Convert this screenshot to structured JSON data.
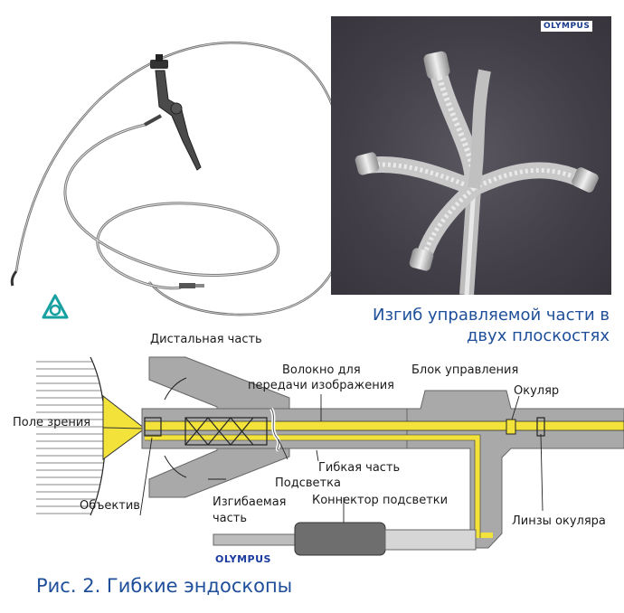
{
  "brand": "OLYMPUS",
  "photo_caption": [
    "Изгиб управляемой части в",
    "двух плоскостях"
  ],
  "labels": {
    "distal": "Дистальная часть",
    "fiber": [
      "Волокно для",
      "передачи изображения"
    ],
    "control": "Блок управления",
    "eyepiece": "Окуляр",
    "field": "Поле зрения",
    "objective": "Объектив",
    "flexible": "Гибкая часть",
    "illumination": "Подсветка",
    "bendable": [
      "Изгибаемая",
      "часть"
    ],
    "connector": "Коннектор подсветки",
    "eyepiece_lenses": "Линзы окуляра"
  },
  "caption": "Рис. 2. Гибкие эндоскопы",
  "colors": {
    "caption_blue": "#1f4f9a",
    "fiber_yellow": "#f2e23a",
    "body_gray": "#a9a9a9",
    "photo_bg": "#433f48"
  },
  "icons": [
    "endoscope-illustration",
    "bending-tip-photo",
    "triangle-logo-icon"
  ]
}
